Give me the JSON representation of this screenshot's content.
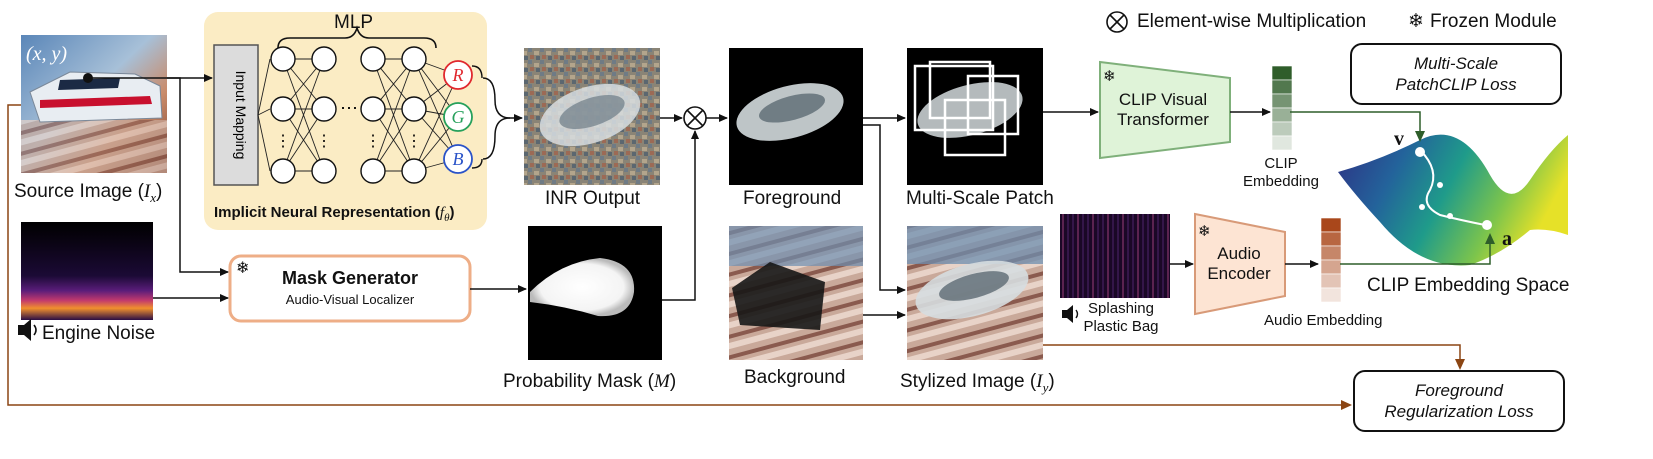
{
  "legend": {
    "multiplication_symbol": "⊗",
    "multiplication_label": "Element-wise Multiplication",
    "frozen_symbol": "❄",
    "frozen_label": "Frozen Module"
  },
  "source": {
    "coord_label": "(x, y)",
    "label": "Source Image",
    "symbol": "I",
    "symbol_sub": "x"
  },
  "inr": {
    "mlp_label": "MLP",
    "input_mapping": "Input Mapping",
    "rgb": [
      "R",
      "G",
      "B"
    ],
    "ellipsis": "⋯",
    "vdots": "⋮",
    "title": "Implicit Neural Representation",
    "title_symbol": "f",
    "title_symbol_sub": "θ"
  },
  "audio_in": {
    "label": "Engine Noise"
  },
  "mask_gen": {
    "title": "Mask Generator",
    "subtitle": "Audio-Visual Localizer"
  },
  "inr_output": {
    "label": "INR Output"
  },
  "prob_mask": {
    "label": "Probability Mask",
    "symbol": "M"
  },
  "foreground": {
    "label": "Foreground"
  },
  "background": {
    "label": "Background"
  },
  "multiscale": {
    "label": "Multi-Scale Patch"
  },
  "stylized": {
    "label": "Stylized Image",
    "symbol": "I",
    "symbol_sub": "y"
  },
  "clip_visual": {
    "title": "CLIP Visual Transformer"
  },
  "clip_embedding": {
    "label": "CLIP Embedding"
  },
  "audio_target": {
    "label": "Splashing Plastic Bag"
  },
  "audio_encoder": {
    "title": "Audio Encoder"
  },
  "audio_embedding": {
    "label": "Audio Embedding"
  },
  "embedding_space": {
    "label": "CLIP Embedding Space",
    "v_label": "v",
    "a_label": "a"
  },
  "loss_patchclip": {
    "line1": "Multi-Scale",
    "line2": "PatchCLIP Loss"
  },
  "loss_foreground": {
    "line1": "Foreground",
    "line2": "Regularization Loss"
  },
  "colors": {
    "mlp_bg": "#fbecc4",
    "mask_border": "#eeae87",
    "clip_fill": "#dff3d8",
    "clip_border": "#7fb07a",
    "audio_fill": "#fde4d3",
    "audio_border": "#d89a78",
    "clip_embed_top": "#2f5d2a",
    "audio_embed_top": "#a9471b",
    "brown_arrow": "#8b4513",
    "green_arrow": "#2e5e2a",
    "r": "#e0282e",
    "g": "#26a05b",
    "b": "#2a53c8"
  }
}
